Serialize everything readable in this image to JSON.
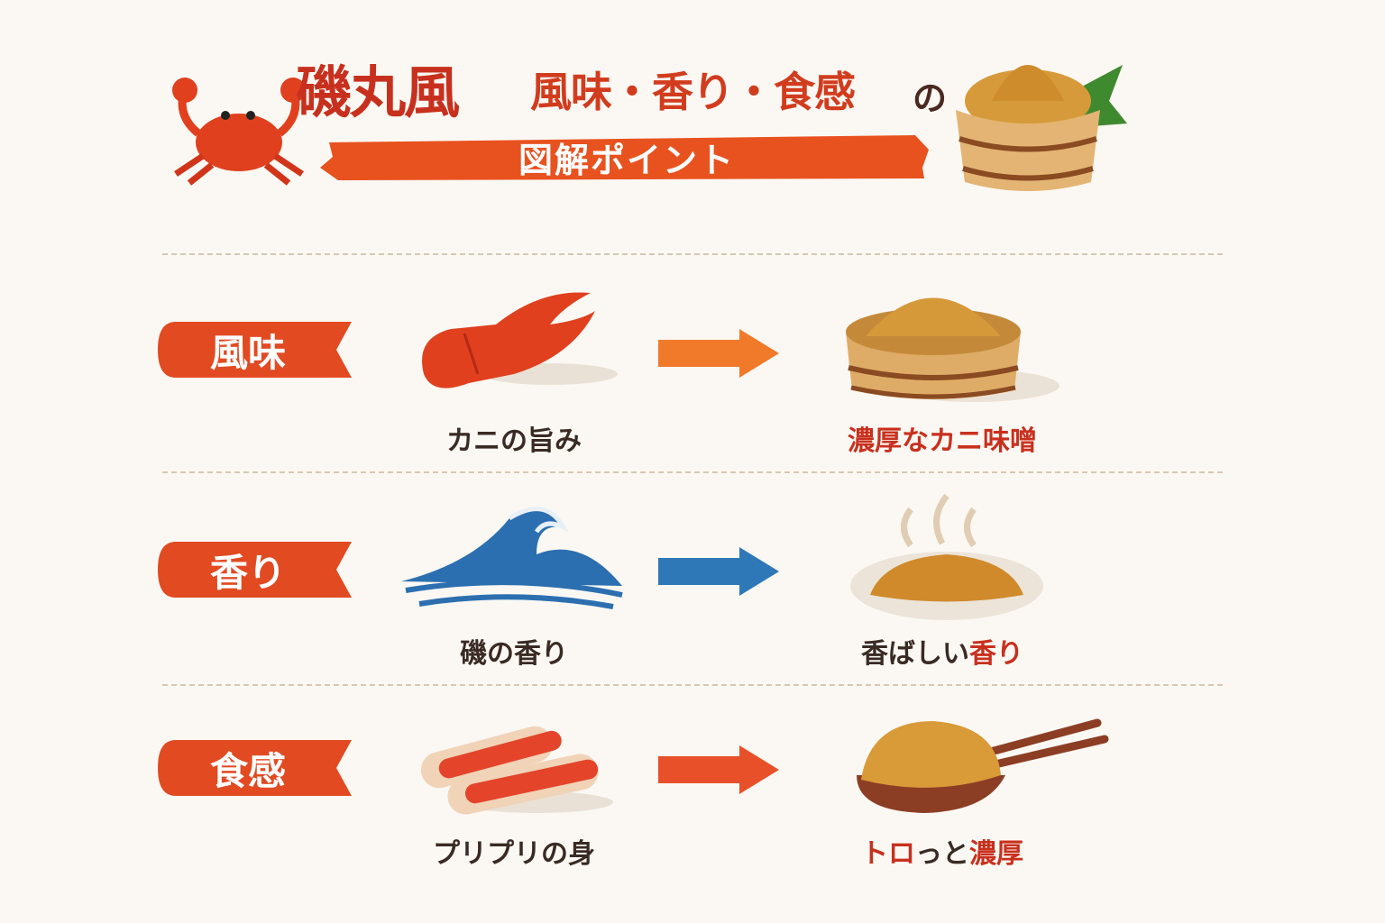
{
  "header": {
    "title_main": "磯丸風",
    "title_sub": "風味・香り・食感",
    "title_particle": "の",
    "banner": "図解ポイント",
    "icons": [
      "crab-icon",
      "miso-tub-icon"
    ]
  },
  "colors": {
    "accent": "#d23c1e",
    "badge": "#e24a22",
    "arrow_orange": "#f07a2a",
    "arrow_blue": "#2f78b8",
    "arrow_red": "#e8502a",
    "divider": "#d9c7b4",
    "background": "#fbf8f3"
  },
  "rows": [
    {
      "label": "風味",
      "left_icon": "crab-claw-icon",
      "left_caption": "カニの旨み",
      "arrow_color": "orange",
      "right_icon": "miso-tub-icon",
      "right_caption": "濃厚なカニ味噌"
    },
    {
      "label": "香り",
      "left_icon": "wave-icon",
      "left_caption": "磯の香り",
      "arrow_color": "blue",
      "right_icon": "steaming-plate-icon",
      "right_caption_plain": "香ばしい",
      "right_caption_red": "香り"
    },
    {
      "label": "食感",
      "left_icon": "crab-legs-icon",
      "left_caption": "プリプリの身",
      "arrow_color": "red",
      "right_icon": "spoon-chopsticks-icon",
      "right_caption_red1": "トロ",
      "right_caption_plain": "っと",
      "right_caption_red2": "濃厚"
    }
  ]
}
